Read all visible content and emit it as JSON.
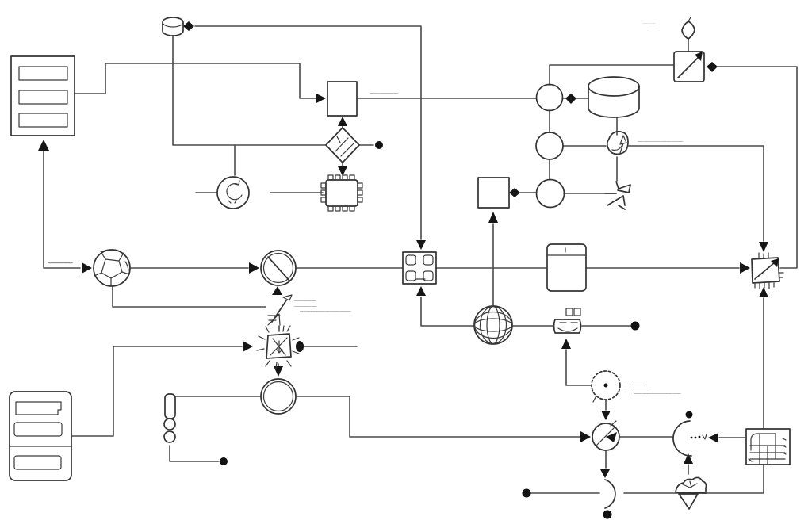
{
  "diagram": {
    "title": "hand-drawn schematic flow diagram",
    "background": "#ffffff",
    "ink_color": "#3a3a3a",
    "faint_color": "#c3c3c3",
    "labels": {
      "sphere_line": "――――――――",
      "box1_line": "――― ――――――",
      "switch_l1": "――――――――",
      "switch_l2": "―――――― ――",
      "switch_l3": "―― ――――――― ―― ――― ――――",
      "rotary_line": "―― ―――――― ―――― ――――",
      "meter_l1": "――・――――",
      "meter_l2": "――・―――――",
      "meter_l3": "――― ――――――――――― ―――",
      "topright_l1": "········――······",
      "topright_l2": "····――····"
    },
    "nodes": [
      "list-box-top-left",
      "database-cylinder-small",
      "refresh-circle",
      "process-box",
      "filter-diamond",
      "chip",
      "sphere-node",
      "slashed-circle",
      "manual-switch",
      "burst-junction",
      "ring-circle",
      "cross-connector",
      "globe-node",
      "window-box",
      "stack-circle-1",
      "stack-circle-2",
      "stack-circle-3",
      "process-box-2",
      "database-cylinder-large",
      "rotary-valve",
      "check-valve",
      "diagonal-square",
      "kite-flag",
      "actuator-valve",
      "dotted-meter-circle",
      "fan-circle",
      "c-arc",
      "grid-chart-box",
      "right-slash-valve",
      "bottom-arc",
      "funnel-pile",
      "fuse-chain",
      "list-box-bottom-left"
    ]
  }
}
